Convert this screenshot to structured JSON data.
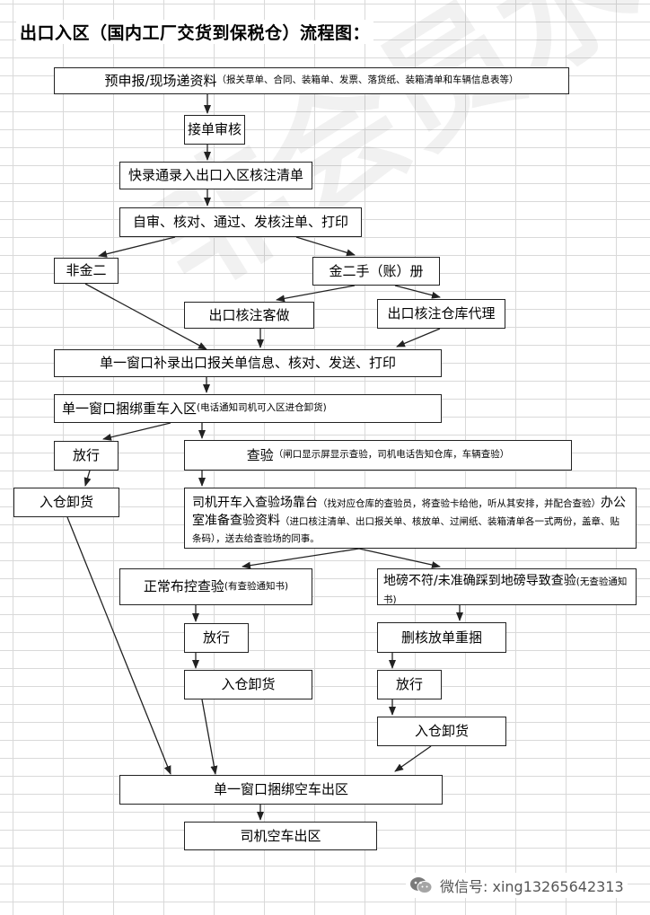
{
  "title": "出口入区（国内工厂交货到保税仓）流程图：",
  "watermark": "非会员水印",
  "boxes": {
    "b1": {
      "main": "预申报/现场递资料",
      "note": "（报关草单、合同、装箱单、发票、落货纸、装箱清单和车辆信息表等）"
    },
    "b2": {
      "main": "接单审核"
    },
    "b3": {
      "main": "快录通录入出口入区核注清单"
    },
    "b4": {
      "main": "自审、核对、通过、发核注单、打印"
    },
    "b5": {
      "main": "非金二"
    },
    "b6": {
      "main": "金二手（账）册"
    },
    "b7": {
      "main": "出口核注客做"
    },
    "b8": {
      "main": "出口核注仓库代理"
    },
    "b9": {
      "main": "单一窗口补录出口报关单信息、核对、发送、打印"
    },
    "b10": {
      "main": "单一窗口捆绑重车入区",
      "note": "(电话通知司机可入区进仓卸货)"
    },
    "b11": {
      "main": "放行"
    },
    "b12": {
      "main": "查验",
      "note": "（闸口显示屏显示查验，司机电话告知仓库，车辆查验）"
    },
    "b13": {
      "main": "入仓卸货"
    },
    "b14": {
      "main1": "司机开车入查验场靠台",
      "note1": "（找对应仓库的查验员，将查验卡给他，听从其安排，并配合查验）",
      "main2": "办公室准备查验资料",
      "note2": "（进口核注清单、出口报关单、核放单、过闸纸、装箱清单各一式两份，盖章、贴条码），送去给查验场的同事。"
    },
    "b15": {
      "main": "正常布控查验",
      "note": "(有查验通知书)"
    },
    "b16": {
      "main": "地磅不符/未准确踩到地磅导致查验",
      "note": "(无查验通知书)"
    },
    "b17": {
      "main": "放行"
    },
    "b18": {
      "main": "删核放单重捆"
    },
    "b19": {
      "main": "入仓卸货"
    },
    "b20": {
      "main": "放行"
    },
    "b21": {
      "main": "入仓卸货"
    },
    "b22": {
      "main": "单一窗口捆绑空车出区"
    },
    "b23": {
      "main": "司机空车出区"
    }
  },
  "footer": {
    "wechat": "微信号: xing13265642313",
    "icon": "wechat-icon"
  },
  "colors": {
    "border": "#222222",
    "grid": "#d9d9d9",
    "arrow": "#222222"
  }
}
